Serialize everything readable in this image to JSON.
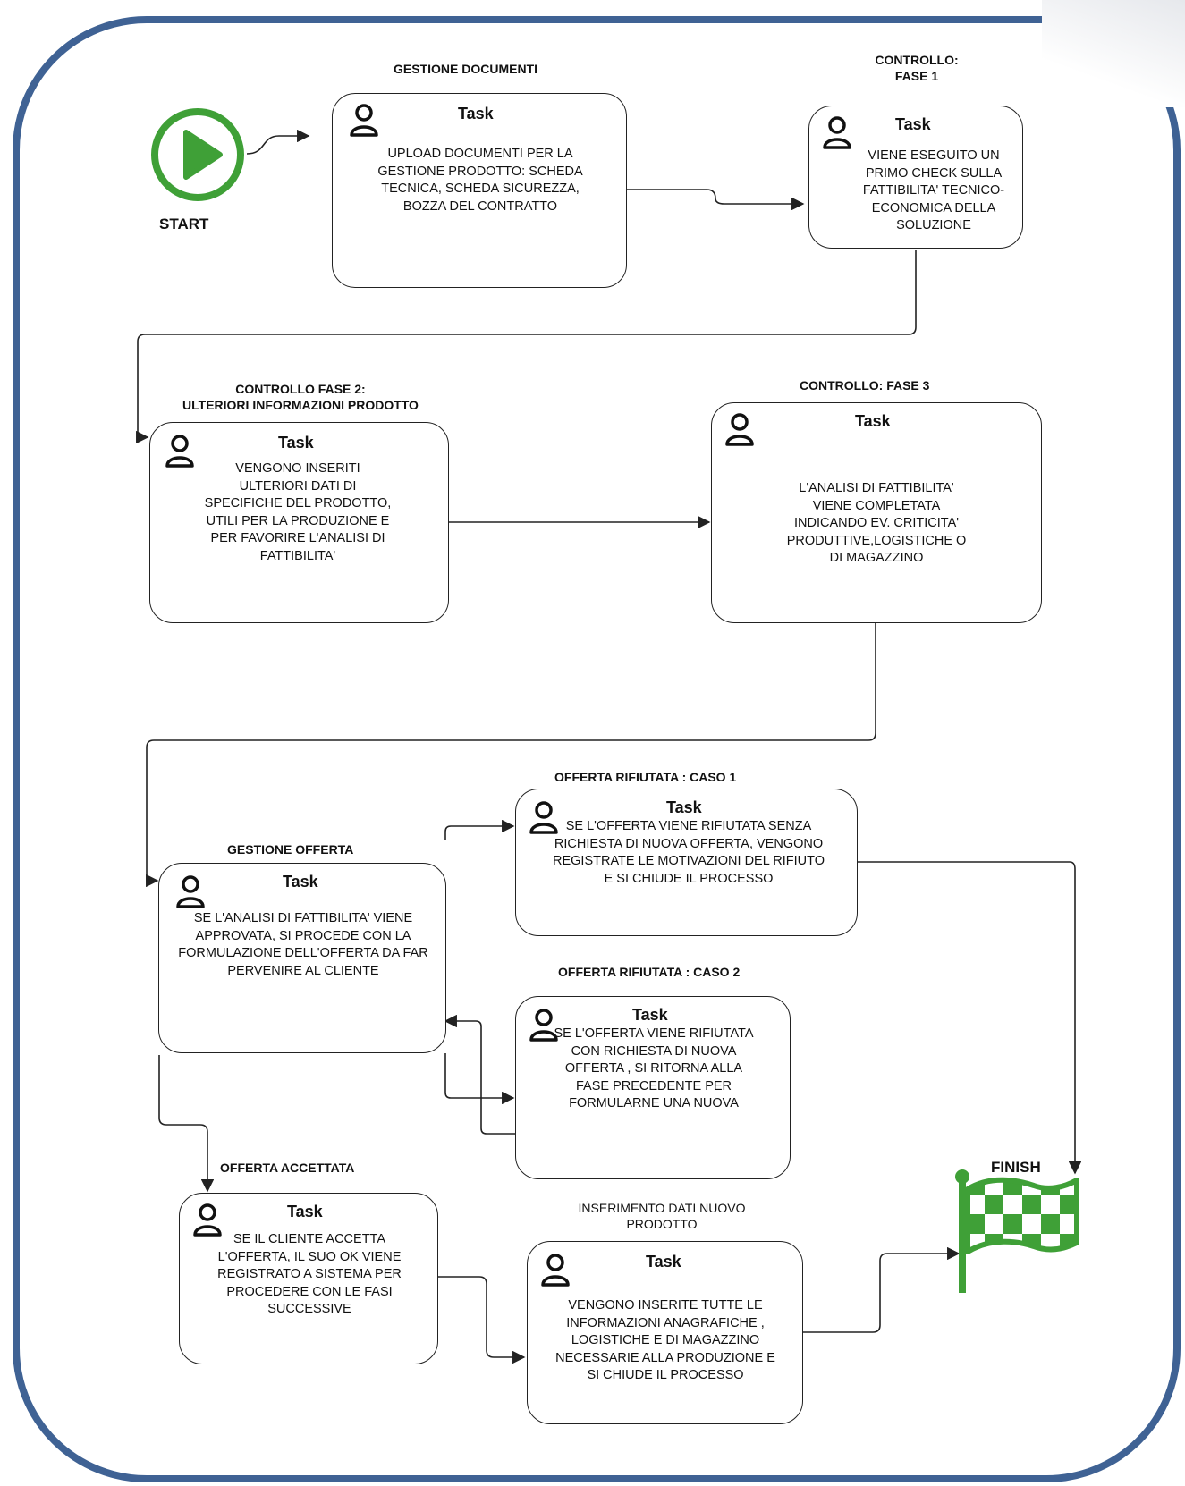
{
  "start_label": "START",
  "finish_label": "FINISH",
  "colors": {
    "frame": "#3f6294",
    "green": "#3fa037",
    "line": "#222222"
  },
  "tasks": [
    {
      "heading": "GESTIONE DOCUMENTI",
      "title": "Task",
      "text": "UPLOAD DOCUMENTI PER LA GESTIONE PRODOTTO: SCHEDA TECNICA, SCHEDA SICUREZZA, BOZZA DEL CONTRATTO"
    },
    {
      "heading": "CONTROLLO:",
      "heading2": "FASE 1",
      "title": "Task",
      "text": "VIENE ESEGUITO UN PRIMO CHECK SULLA FATTIBILITA' TECNICO-ECONOMICA DELLA SOLUZIONE"
    },
    {
      "heading": "CONTROLLO FASE 2:",
      "heading2": "ULTERIORI INFORMAZIONI PRODOTTO",
      "title": "Task",
      "text": "VENGONO INSERITI ULTERIORI DATI DI SPECIFICHE DEL PRODOTTO, UTILI PER LA PRODUZIONE E PER FAVORIRE L'ANALISI DI FATTIBILITA'"
    },
    {
      "heading": "CONTROLLO: FASE 3",
      "title": "Task",
      "text": "L'ANALISI DI FATTIBILITA' VIENE COMPLETATA INDICANDO EV. CRITICITA' PRODUTTIVE,LOGISTICHE O DI MAGAZZINO"
    },
    {
      "heading": "GESTIONE OFFERTA",
      "title": "Task",
      "text": "SE L'ANALISI DI FATTIBILITA' VIENE APPROVATA, SI PROCEDE CON LA FORMULAZIONE DELL'OFFERTA DA FAR PERVENIRE AL CLIENTE"
    },
    {
      "heading": "OFFERTA RIFIUTATA : CASO 1",
      "title": "Task",
      "text": "SE L'OFFERTA VIENE RIFIUTATA SENZA RICHIESTA DI NUOVA OFFERTA, VENGONO REGISTRATE LE MOTIVAZIONI DEL RIFIUTO E SI CHIUDE IL PROCESSO"
    },
    {
      "heading": "OFFERTA RIFIUTATA : CASO 2",
      "title": "Task",
      "text": "SE L'OFFERTA VIENE RIFIUTATA CON RICHIESTA DI NUOVA OFFERTA , SI RITORNA ALLA FASE PRECEDENTE PER FORMULARNE UNA NUOVA"
    },
    {
      "heading": "OFFERTA ACCETTATA",
      "title": "Task",
      "text": "SE IL CLIENTE ACCETTA L'OFFERTA, IL SUO OK VIENE REGISTRATO A SISTEMA PER PROCEDERE CON LE FASI SUCCESSIVE"
    },
    {
      "heading": "INSERIMENTO DATI NUOVO",
      "heading2": "PRODOTTO",
      "title": "Task",
      "text": "VENGONO INSERITE TUTTE LE INFORMAZIONI ANAGRAFICHE , LOGISTICHE E DI MAGAZZINO NECESSARIE ALLA PRODUZIONE E SI CHIUDE IL PROCESSO"
    }
  ]
}
